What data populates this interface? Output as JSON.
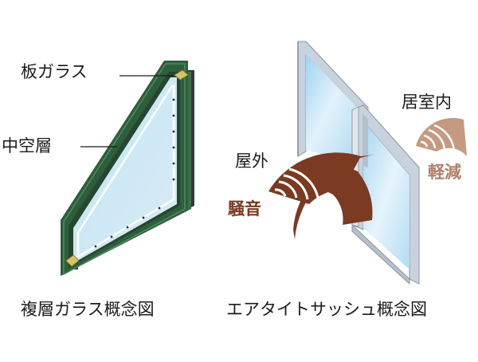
{
  "left_diagram": {
    "label_glass": "板ガラス",
    "label_air_layer": "中空層",
    "caption": "複層ガラス概念図"
  },
  "right_diagram": {
    "label_outdoor": "屋外",
    "label_noise": "騒音",
    "label_indoor": "居室内",
    "label_reduced": "軽減",
    "caption": "エアタイトサッシュ概念図"
  },
  "colors": {
    "frame_green": "#2f5e3c",
    "glass_blue": "#cfe6f3",
    "sound_strong": "#7b3a22",
    "sound_weak": "#c49a80",
    "spacer_gold": "#d8c36a",
    "sash_silver": "#c8d2dc"
  }
}
